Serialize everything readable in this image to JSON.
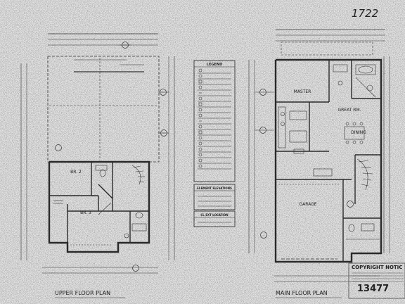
{
  "sheet": {
    "handwritten_number": "1722",
    "copyright_text": "COPYRIGHT NOTIC",
    "plan_number": "13477"
  },
  "upper_plan": {
    "title": "UPPER FLOOR PLAN",
    "rooms": {
      "br2": "BR. 2",
      "br3": "BR. 3"
    }
  },
  "main_plan": {
    "title": "MAIN FLOOR PLAN",
    "rooms": {
      "master": "MASTER",
      "great_rm": "GREAT RM.",
      "dining": "DINING",
      "garage": "GARAGE"
    }
  },
  "legend": {
    "title": "LEGEND",
    "schedule_title": "ELEMENT ELEVATIONS",
    "location_title": "CL EXT LOCATION"
  },
  "colors": {
    "paper": "#e9e9e9",
    "ink": "#333333",
    "wall": "#2a2a2a"
  }
}
